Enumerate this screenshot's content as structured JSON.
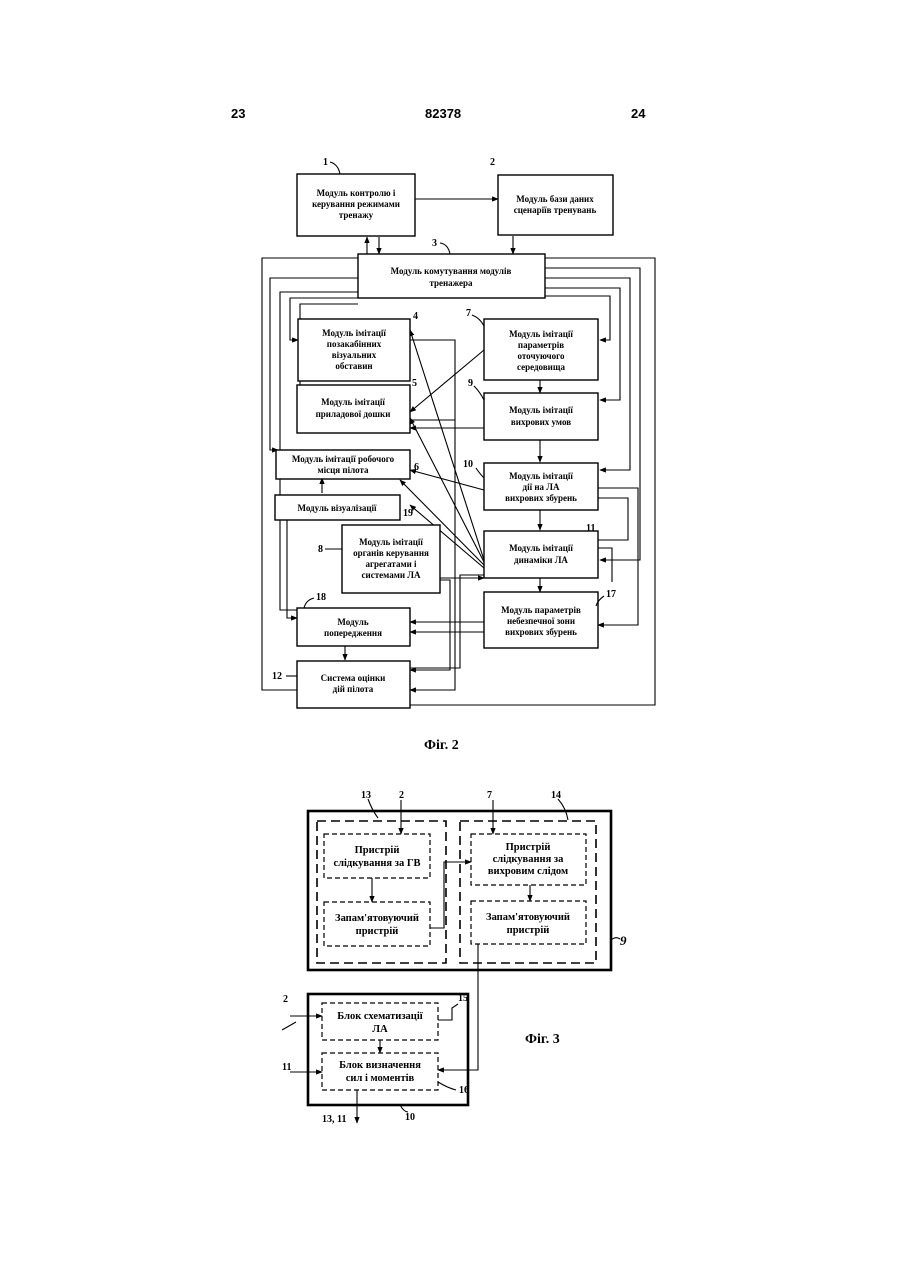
{
  "header": {
    "left": "23",
    "center": "82378",
    "right": "24"
  },
  "fig2": {
    "caption": "Фіг. 2",
    "blocks": {
      "b1": [
        "Модуль контролю і",
        "керування режимами",
        "тренажу"
      ],
      "b2": [
        "Модуль бази даних",
        "сценаріїв тренувань"
      ],
      "b3": [
        "Модуль комутування модулів",
        "тренажера"
      ],
      "b4": [
        "Модуль імітації",
        "позакабінних",
        "візуальних",
        "обставин"
      ],
      "b7": [
        "Модуль імітації",
        "параметрів",
        "оточуючого",
        "середовища"
      ],
      "b5": [
        "Модуль імітації",
        "приладової дошки"
      ],
      "b9": [
        "Модуль імітації",
        "вихрових умов"
      ],
      "b6": [
        "Модуль імітації робочого",
        "місця пілота"
      ],
      "b10": [
        "Модуль імітації",
        "дії на ЛА",
        "вихрових збурень"
      ],
      "b19": [
        "Модуль візуалізації"
      ],
      "b8": [
        "Модуль імітації",
        "органів керування",
        "агрегатами і",
        "системами ЛА"
      ],
      "b11": [
        "Модуль імітації",
        "динаміки ЛА"
      ],
      "b18": [
        "Модуль",
        "попередження"
      ],
      "b17": [
        "Модуль параметрів",
        "небезпечної зони",
        "вихрових збурень"
      ],
      "b12": [
        "Система оцінки",
        "дій пілота"
      ]
    },
    "numbers": {
      "n1": "1",
      "n2": "2",
      "n3": "3",
      "n4": "4",
      "n5": "5",
      "n6": "6",
      "n7": "7",
      "n8": "8",
      "n9": "9",
      "n10": "10",
      "n11": "11",
      "n12": "12",
      "n17": "17",
      "n18": "18",
      "n19": "19"
    }
  },
  "fig3": {
    "caption": "Фіг. 3",
    "blocks": {
      "tracker_gv": [
        "Пристрій",
        "слідкування за ГВ"
      ],
      "memory_a": [
        "Запам'ятовуючий",
        "пристрій"
      ],
      "tracker_vortex": [
        "Пристрій",
        "слідкування за",
        "вихровим слідом"
      ],
      "memory_b": [
        "Запам'ятовуючий",
        "пристрій"
      ],
      "schematization": [
        "Блок схематизації",
        "ЛА"
      ],
      "forces": [
        "Блок визначення",
        "сил і моментів"
      ]
    },
    "numbers": {
      "n13": "13",
      "n2": "2",
      "n7": "7",
      "n14": "14",
      "n9": "9",
      "n2b": "2",
      "n15": "15",
      "n11": "11",
      "n16": "16",
      "n10": "10",
      "out": "13, 11"
    }
  }
}
